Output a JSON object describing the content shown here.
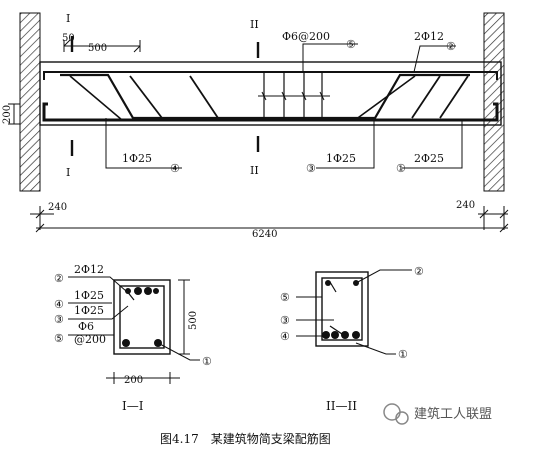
{
  "labels": {
    "top_sec_I": "I",
    "top_sec_II": "II",
    "bot_sec_I": "I",
    "bot_sec_II": "II",
    "dim_50": "50",
    "dim_500": "500",
    "dim_200": "200",
    "dim_240_left": "240",
    "dim_240_right": "240",
    "dim_6240": "6240",
    "stirrup_spec": "Φ6@200",
    "top_bar_spec": "2Φ12",
    "bent_bar_left": "1Φ25",
    "bent_bar_right": "1Φ25",
    "bottom_bar_spec": "2Φ25",
    "mark_1": "①",
    "mark_2": "②",
    "mark_3": "③",
    "mark_4": "④",
    "mark_5": "⑤"
  },
  "section_I": {
    "title": "I—I",
    "dim_width": "200",
    "dim_height": "500",
    "top_bar": "2Φ12",
    "bar_4": "1Φ25",
    "bar_3": "1Φ25",
    "stirrup_dia": "Φ6",
    "stirrup_spacing": "@200"
  },
  "section_II": {
    "title": "II—II"
  },
  "caption": "图4.17　某建筑物简支梁配筋图",
  "watermark": "建筑工人联盟",
  "colors": {
    "line": "#111111",
    "hatch": "#333333",
    "background": "#ffffff"
  }
}
